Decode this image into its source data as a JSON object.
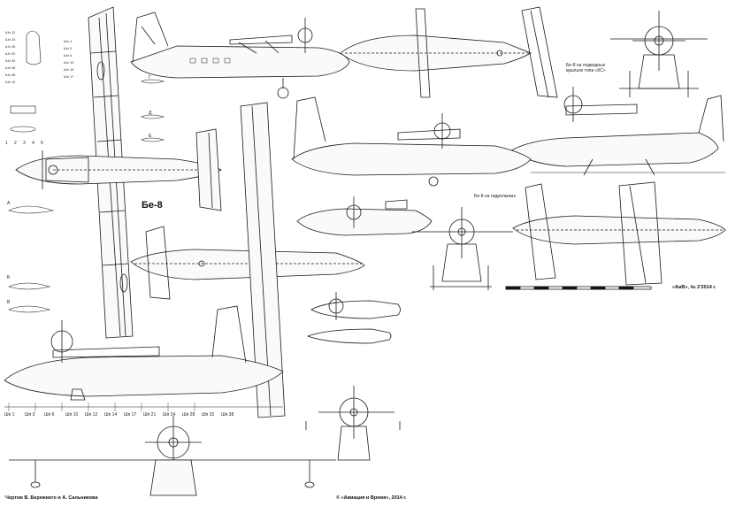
{
  "drawing": {
    "aircraft_name": "Бе-8",
    "credit_left": "Чертеж В. Бережного и А. Сальникова",
    "credit_bottom": "© «Авиация и Время», 2014 г.",
    "credit_right": "«АиВ», № 2'2014 г.",
    "note_hydrofoils": [
      "Бе-8 на подводных",
      "крыльях типа «КС»"
    ],
    "note_hydroskis": "Бе-8 на гидролыжах",
    "section_labels_left": [
      "Шп 12",
      "Шп 24",
      "Шп 28",
      "Шп 32",
      "Шп 34",
      "Шп 36",
      "Шп 38",
      "Шп 14"
    ],
    "section_labels_right": [
      "Шп 1",
      "Шп 3",
      "Шп 6",
      "Шп 10",
      "Шп 16",
      "Шп 17"
    ],
    "profile_labels": [
      "1",
      "2",
      "3",
      "4",
      "5"
    ],
    "station_labels": [
      "Шп 1",
      "Шп 3",
      "Шп 6",
      "Шп 10",
      "Шп 12",
      "Шп 14",
      "Шп 17",
      "Шп 21",
      "Шп 24",
      "Шп 28",
      "Шп 32",
      "Шп 38"
    ],
    "section_letters": [
      "А",
      "Б",
      "В",
      "Г",
      "Д",
      "Е"
    ]
  },
  "colors": {
    "line": "#1a1a1a",
    "paper": "#ffffff"
  }
}
